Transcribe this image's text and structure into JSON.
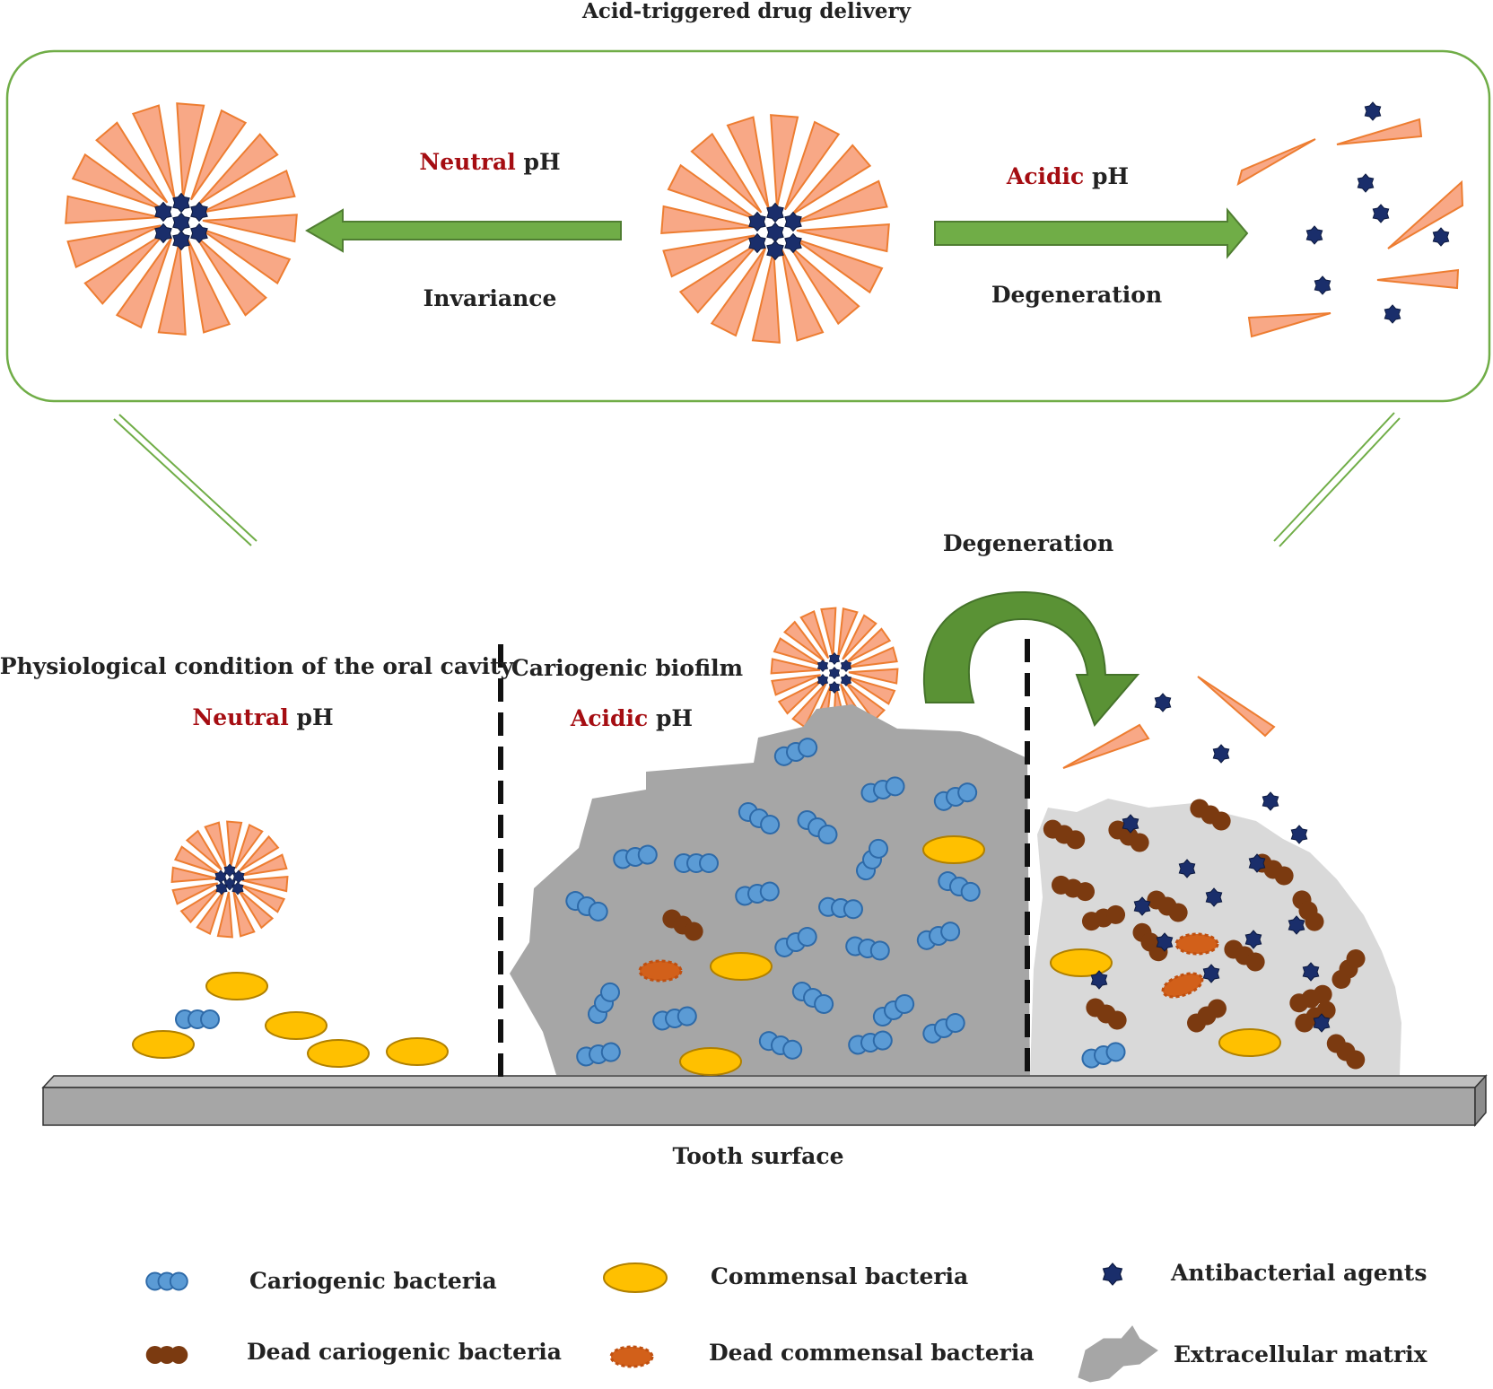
{
  "title": "Acid-triggered drug delivery",
  "top_panel": {
    "left_condition": {
      "word": "Neutral",
      "suffix": " pH",
      "result": "Invariance"
    },
    "right_condition": {
      "word": "Acidic",
      "suffix": " pH",
      "result": "Degeneration"
    }
  },
  "bottom": {
    "left_title": "Physiological condition of the oral cavity",
    "left_ph": {
      "word": "Neutral",
      "suffix": " pH"
    },
    "middle_title": "Cariogenic biofilm",
    "middle_ph": {
      "word": "Acidic",
      "suffix": " pH"
    },
    "arrow_label": "Degeneration",
    "surface_label": "Tooth surface"
  },
  "legend": [
    {
      "icon": "cariogenic-bacteria-icon",
      "label": "Cariogenic bacteria"
    },
    {
      "icon": "commensal-bacteria-icon",
      "label": "Commensal bacteria"
    },
    {
      "icon": "antibacterial-agent-icon",
      "label": "Antibacterial agents"
    },
    {
      "icon": "dead-cariogenic-bacteria-icon",
      "label": "Dead cariogenic bacteria"
    },
    {
      "icon": "dead-commensal-bacteria-icon",
      "label": "Dead commensal bacteria"
    },
    {
      "icon": "extracellular-matrix-icon",
      "label": "Extracellular matrix"
    }
  ],
  "colors": {
    "frame_green": "#70ad47",
    "arrow_green": "#70ad47",
    "ray_fill": "#f8a886",
    "ray_stroke": "#ed7d31",
    "agent": "#1a2e6b",
    "cariogenic": "#5b9bd5",
    "commensal": "#ffc000",
    "dead_cariogenic": "#7b3a10",
    "dead_commensal": "#d2601a",
    "biofilm": "#a6a6a6",
    "matrix": "#d9d9d9",
    "text_red": "#a50d12"
  }
}
